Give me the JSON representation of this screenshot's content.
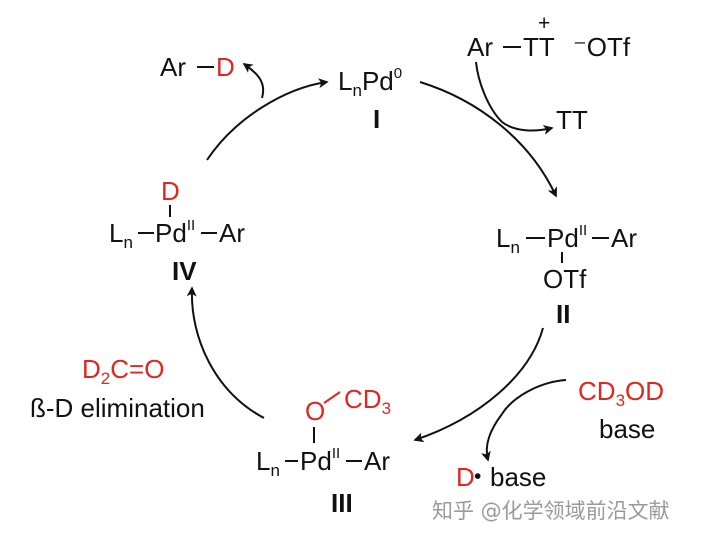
{
  "colors": {
    "text": "#111111",
    "deuterium": "#e0261e",
    "watermark": "#9a9a9a"
  },
  "species": {
    "I": {
      "label": "I",
      "L": "L",
      "n": "n",
      "Pd": "Pd",
      "ox": "0"
    },
    "II": {
      "label": "II",
      "L": "L",
      "n": "n",
      "Pd": "Pd",
      "ox": "II",
      "Ar": "Ar",
      "OTf": "OTf"
    },
    "III": {
      "label": "III",
      "L": "L",
      "n": "n",
      "Pd": "Pd",
      "ox": "II",
      "Ar": "Ar",
      "O": "O",
      "CD": "CD",
      "three": "3"
    },
    "IV": {
      "label": "IV",
      "L": "L",
      "n": "n",
      "Pd": "Pd",
      "ox": "II",
      "Ar": "Ar",
      "D": "D"
    }
  },
  "reagents": {
    "product_Ar": "Ar",
    "product_D": "D",
    "substrate_Ar": "Ar",
    "substrate_TT": "TT",
    "substrate_charge": "+",
    "substrate_counterion": "⁻OTf",
    "leaving_TT": "TT",
    "cd3od_CD": "CD",
    "cd3od_3": "3",
    "cd3od_OD": "OD",
    "base": "base",
    "dbase_D": "D",
    "dbase_dot": "•",
    "dbase_base": "base",
    "d2co_D": "D",
    "d2co_2": "2",
    "d2co_CO": "C=O",
    "elimination": "ß-D elimination"
  },
  "watermark": "知乎 @化学领域前沿文献"
}
